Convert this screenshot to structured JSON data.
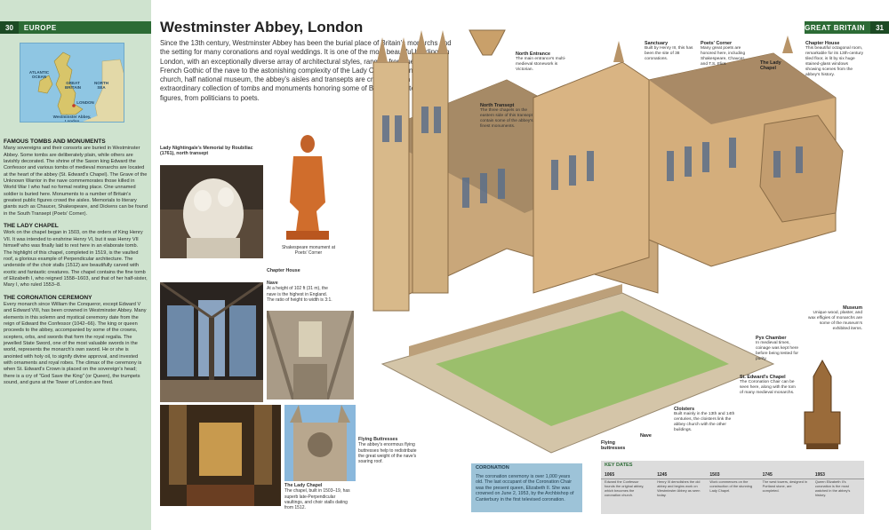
{
  "left_header": {
    "page_number": "30",
    "section": "EUROPE"
  },
  "right_header": {
    "page_number": "31",
    "section": "GREAT BRITAIN"
  },
  "locator_map": {
    "labels": [
      "ATLANTIC OCEAN",
      "GREAT BRITAIN",
      "NORTH SEA",
      "LONDON",
      "Westminster Abbey, London"
    ]
  },
  "sidebar_sections": [
    {
      "heading": "FAMOUS TOMBS AND MONUMENTS",
      "body": "Many sovereigns and their consorts are buried in Westminster Abbey. Some tombs are deliberately plain, while others are lavishly decorated. The shrine of the Saxon king Edward the Confessor and various tombs of medieval monarchs are located at the heart of the abbey (St. Edward's Chapel). The Grave of the Unknown Warrior in the nave commemorates those killed in World War I who had no formal resting place. One unnamed soldier is buried here. Monuments to a number of Britain's greatest public figures crowd the aisles. Memorials to literary giants such as Chaucer, Shakespeare, and Dickens can be found in the South Transept (Poets' Corner)."
    },
    {
      "heading": "THE LADY CHAPEL",
      "body": "Work on the chapel began in 1503, on the orders of King Henry VII. It was intended to enshrine Henry VI, but it was Henry VII himself who was finally laid to rest here in an elaborate tomb. The highlight of this chapel, completed in 1519, is the vaulted roof, a glorious example of Perpendicular architecture. The underside of the choir stalls (1512) are beautifully carved with exotic and fantastic creatures. The chapel contains the fine tomb of Elizabeth I, who reigned 1558–1603, and that of her half-sister, Mary I, who ruled 1553–8."
    },
    {
      "heading": "THE CORONATION CEREMONY",
      "body": "Every monarch since William the Conqueror, except Edward V and Edward VIII, has been crowned in Westminster Abbey. Many elements in this solemn and mystical ceremony date from the reign of Edward the Confessor (1042–66). The king or queen proceeds to the abbey, accompanied by some of the crowns, scepters, orbs, and swords that form the royal regalia. The jewelled State Sword, one of the most valuable swords in the world, represents the monarch's own sword. He or she is anointed with holy oil, to signify divine approval, and invested with ornaments and royal robes. The climax of the ceremony is when St. Edward's Crown is placed on the sovereign's head; there is a cry of \"God Save the King\" (or Queen), the trumpets sound, and guns at the Tower of London are fired."
    }
  ],
  "title": "Westminster Abbey, London",
  "intro": "Since the 13th century, Westminster Abbey has been the burial place of Britain's monarchs and the setting for many coronations and royal weddings. It is one of the most beautiful buildings in London, with an exceptionally diverse array of architectural styles, ranging from the austere French Gothic of the nave to the astonishing complexity of the Lady Chapel. Half national church, half national museum, the abbey's aisles and transepts are crammed with an extraordinary collection of tombs and monuments honoring some of Britain's greatest public figures, from politicians to poets.",
  "captions": {
    "nightingale": {
      "title": "Lady Nightingale's Memorial by Roubiliac (1761), north transept",
      "body": ""
    },
    "shakespeare": {
      "title": "",
      "body": "Shakespeare monument at Poets' Corner"
    },
    "chapter_house": {
      "title": "Chapter House",
      "body": ""
    },
    "nave": {
      "title": "Nave",
      "body": "At a height of 102 ft (31 m), the nave is the highest in England. The ratio of height to width is 3:1."
    },
    "flying_buttresses": {
      "title": "Flying Buttresses",
      "body": "The abbey's enormous flying buttresses help to redistribute the great weight of the nave's soaring roof."
    },
    "lady_chapel": {
      "title": "The Lady Chapel",
      "body": "The chapel, built in 1503–19, has superb late-Perpendicular vaultings, and choir stalls dating from 1512."
    }
  },
  "callouts": {
    "north_entrance": {
      "title": "North Entrance",
      "body": "The main entrance's multi-medieval stonework is Victorian."
    },
    "north_transept": {
      "title": "North Transept",
      "body": "The three chapels on the eastern side of this transept contain some of the abbey's finest monuments."
    },
    "sanctuary": {
      "title": "Sanctuary",
      "body": "Built by Henry III, this has been the site of 38 coronations."
    },
    "poets_corner": {
      "title": "Poets' Corner",
      "body": "Many great poets are honored here, including Shakespeare, Chaucer, and T.S. Eliot."
    },
    "lady_chapel_lbl": {
      "title": "The Lady Chapel",
      "body": ""
    },
    "chapter_house_lbl": {
      "title": "Chapter House",
      "body": "This beautiful octagonal room, remarkable for its 13th-century tiled floor, is lit by six huge stained-glass windows showing scenes from the abbey's history."
    },
    "museum": {
      "title": "Museum",
      "body": "Unique wood, plaster, and wax effigies of monarchs are some of the museum's exhibited items."
    },
    "pyx_chamber": {
      "title": "Pyx Chamber",
      "body": "In medieval times, coinage was kept here before being tested for purity."
    },
    "st_edwards": {
      "title": "St. Edward's Chapel",
      "body": "The Coronation Chair can be seen here, along with the tombs of many medieval monarchs."
    },
    "cloisters": {
      "title": "Cloisters",
      "body": "Built mainly in the 13th and 14th centuries, the cloisters link the abbey church with the other buildings."
    },
    "flying_buttresses_lbl": {
      "title": "Flying buttresses",
      "body": ""
    },
    "nave_lbl": {
      "title": "Nave",
      "body": ""
    }
  },
  "coronation": {
    "heading": "CORONATION",
    "body": "The coronation ceremony is over 1,000 years old. The last occupant of the Coronation Chair was the present queen, Elizabeth II. She was crowned on June 2, 1953, by the Archbishop of Canterbury in the first televised coronation."
  },
  "key_dates": {
    "heading": "KEY DATES",
    "entries": [
      {
        "year": "1065",
        "text": "Edward the Confessor founds the original abbey, which becomes the coronation church."
      },
      {
        "year": "1245",
        "text": "Henry III demolishes the old abbey and begins work on Westminster Abbey as seen today."
      },
      {
        "year": "1503",
        "text": "Work commences on the construction of the stunning Lady Chapel."
      },
      {
        "year": "1745",
        "text": "The west towers, designed in Portland stone, are completed."
      },
      {
        "year": "1953",
        "text": "Queen Elizabeth II's coronation is the most watched in the abbey's history."
      }
    ]
  },
  "colors": {
    "header_green": "#2c6b35",
    "sidebar_bg": "#cfe3cf",
    "coronation_bg": "#9dc3d8",
    "key_dates_bg": "#dcdcdc"
  }
}
